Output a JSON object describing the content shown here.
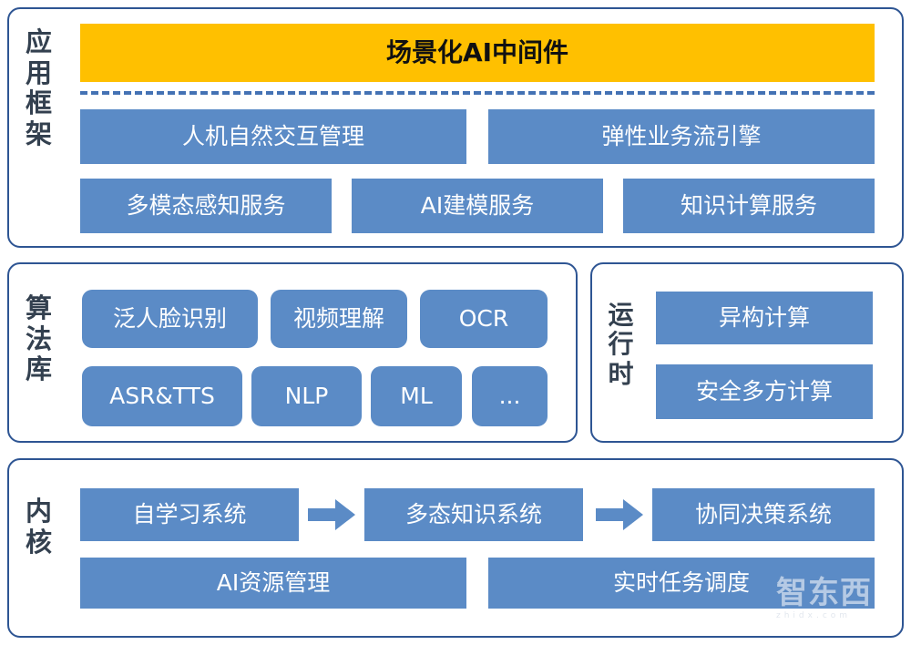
{
  "colors": {
    "panel_border": "#2E5593",
    "box_blue": "#5B8BC6",
    "box_amber": "#FFC000",
    "dashed_line": "#4472B4",
    "label_text": "#33404F",
    "box_text": "#FFFFFF"
  },
  "sections": {
    "app_framework": {
      "side_label": "应\n用\n框\n架",
      "middleware": "场景化AI中间件",
      "row1": [
        {
          "label": "人机自然交互管理"
        },
        {
          "label": "弹性业务流引擎"
        }
      ],
      "row2": [
        {
          "label": "多模态感知服务"
        },
        {
          "label": "AI建模服务"
        },
        {
          "label": "知识计算服务"
        }
      ]
    },
    "algorithm_library": {
      "side_label": "算\n法\n库",
      "row1": [
        {
          "label": "泛人脸识别"
        },
        {
          "label": "视频理解"
        },
        {
          "label": "OCR"
        }
      ],
      "row2": [
        {
          "label": "ASR&TTS"
        },
        {
          "label": "NLP"
        },
        {
          "label": "ML"
        },
        {
          "label": "..."
        }
      ]
    },
    "runtime": {
      "side_label": "运\n行\n时",
      "items": [
        {
          "label": "异构计算"
        },
        {
          "label": "安全多方计算"
        }
      ]
    },
    "kernel": {
      "side_label": "内\n核",
      "flow": [
        {
          "label": "自学习系统"
        },
        {
          "label": "多态知识系统"
        },
        {
          "label": "协同决策系统"
        }
      ],
      "arrows": [
        {
          "name": "flow-arrow-1"
        },
        {
          "name": "flow-arrow-2"
        }
      ],
      "row2": [
        {
          "label": "AI资源管理"
        },
        {
          "label": "实时任务调度"
        }
      ]
    }
  },
  "watermark": {
    "text": "智东西",
    "sub": "zhidx.com"
  }
}
